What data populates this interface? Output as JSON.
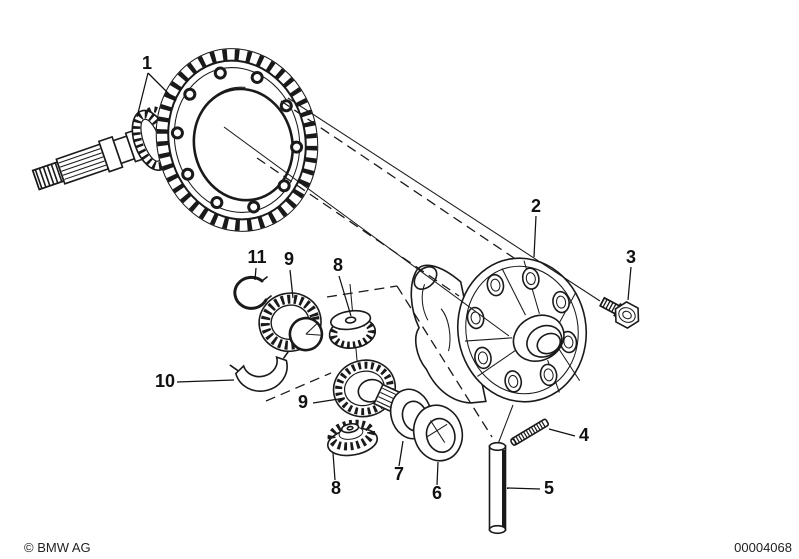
{
  "page": {
    "background_color": "#ffffff",
    "line_color": "#1a1a1a"
  },
  "diagram": {
    "kind": "exploded-parts-drawing",
    "callouts": {
      "c1": "1",
      "c2": "2",
      "c3": "3",
      "c4": "4",
      "c5": "5",
      "c6": "6",
      "c7": "7",
      "c8a": "8",
      "c8b": "8",
      "c9a": "9",
      "c9b": "9",
      "c10": "10",
      "c11": "11"
    }
  },
  "footer": {
    "copyright": "© BMW AG",
    "image_number": "00004068"
  }
}
